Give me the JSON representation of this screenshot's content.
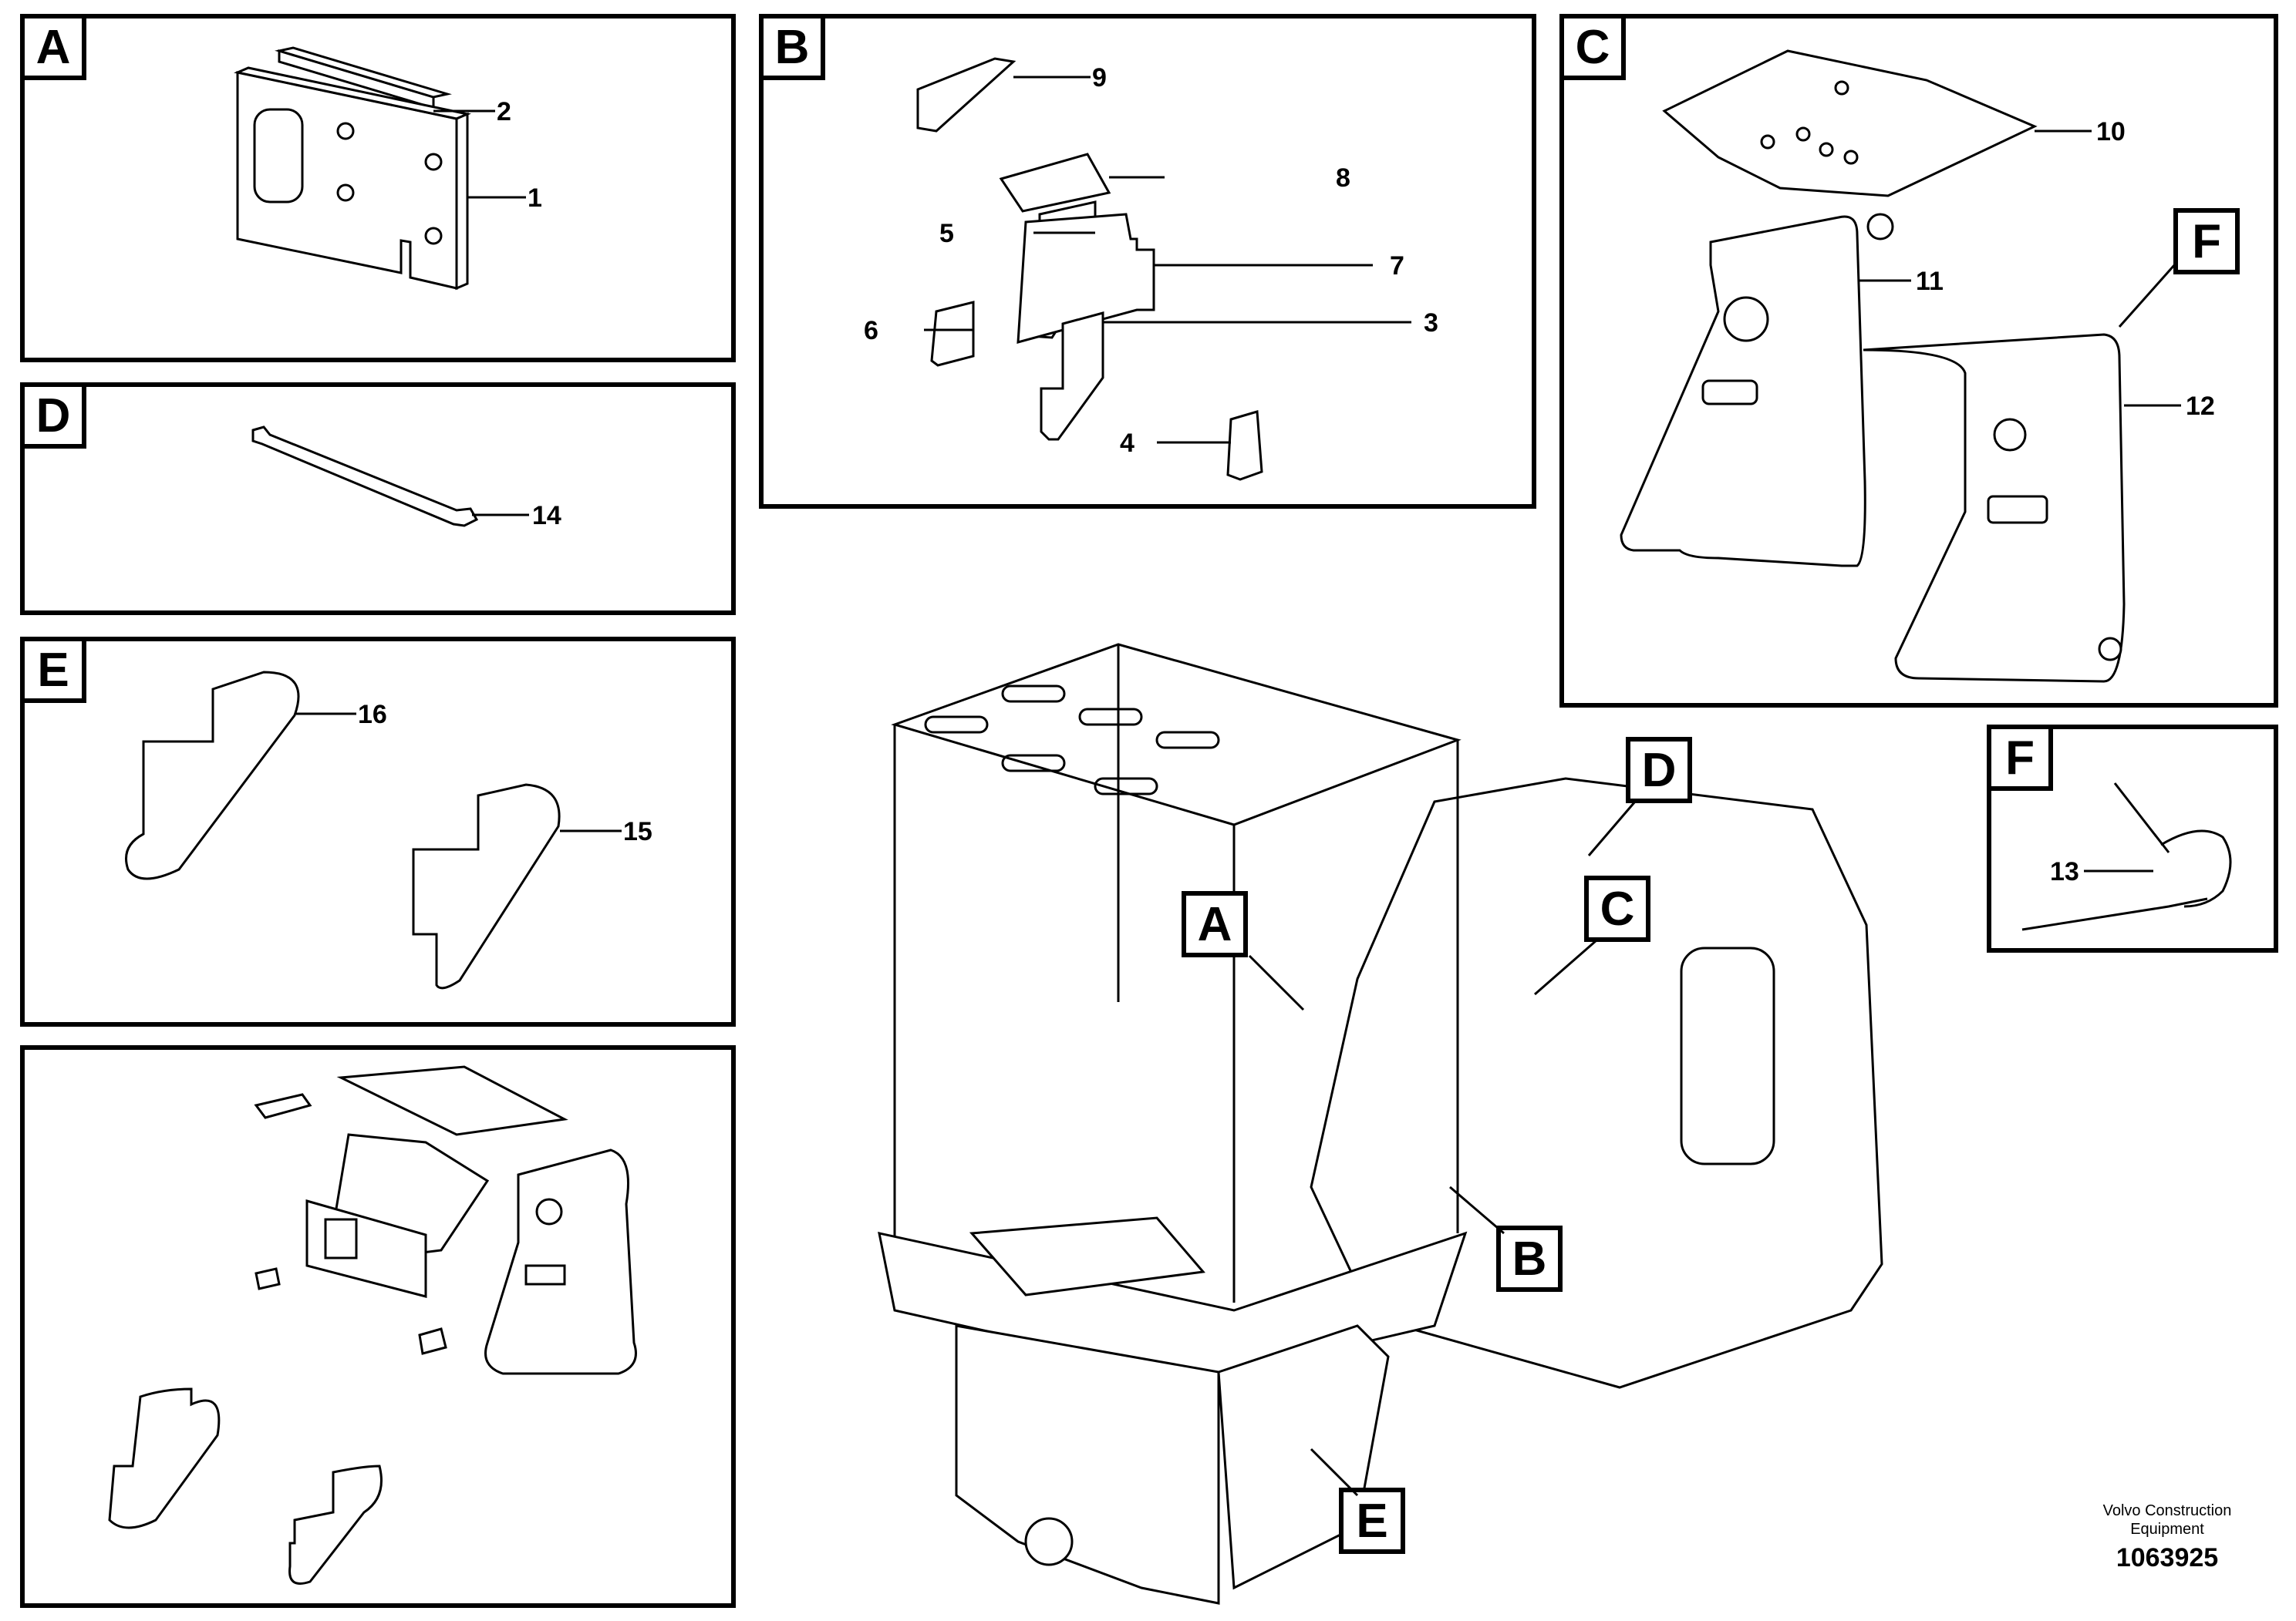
{
  "panels": {
    "A": {
      "letter": "A",
      "callouts": [
        "1",
        "2"
      ]
    },
    "B": {
      "letter": "B",
      "callouts": [
        "3",
        "4",
        "5",
        "6",
        "7",
        "8",
        "9"
      ]
    },
    "C": {
      "letter": "C",
      "callouts": [
        "10",
        "11",
        "12"
      ],
      "sub_tag": "F"
    },
    "D": {
      "letter": "D",
      "callouts": [
        "14"
      ]
    },
    "E": {
      "letter": "E",
      "callouts": [
        "15",
        "16"
      ]
    },
    "F": {
      "letter": "F",
      "callouts": [
        "13"
      ]
    }
  },
  "overview_tags": [
    "A",
    "B",
    "C",
    "D",
    "E"
  ],
  "footer": {
    "brand_line1": "Volvo Construction",
    "brand_line2": "Equipment",
    "doc_number": "1063925"
  }
}
